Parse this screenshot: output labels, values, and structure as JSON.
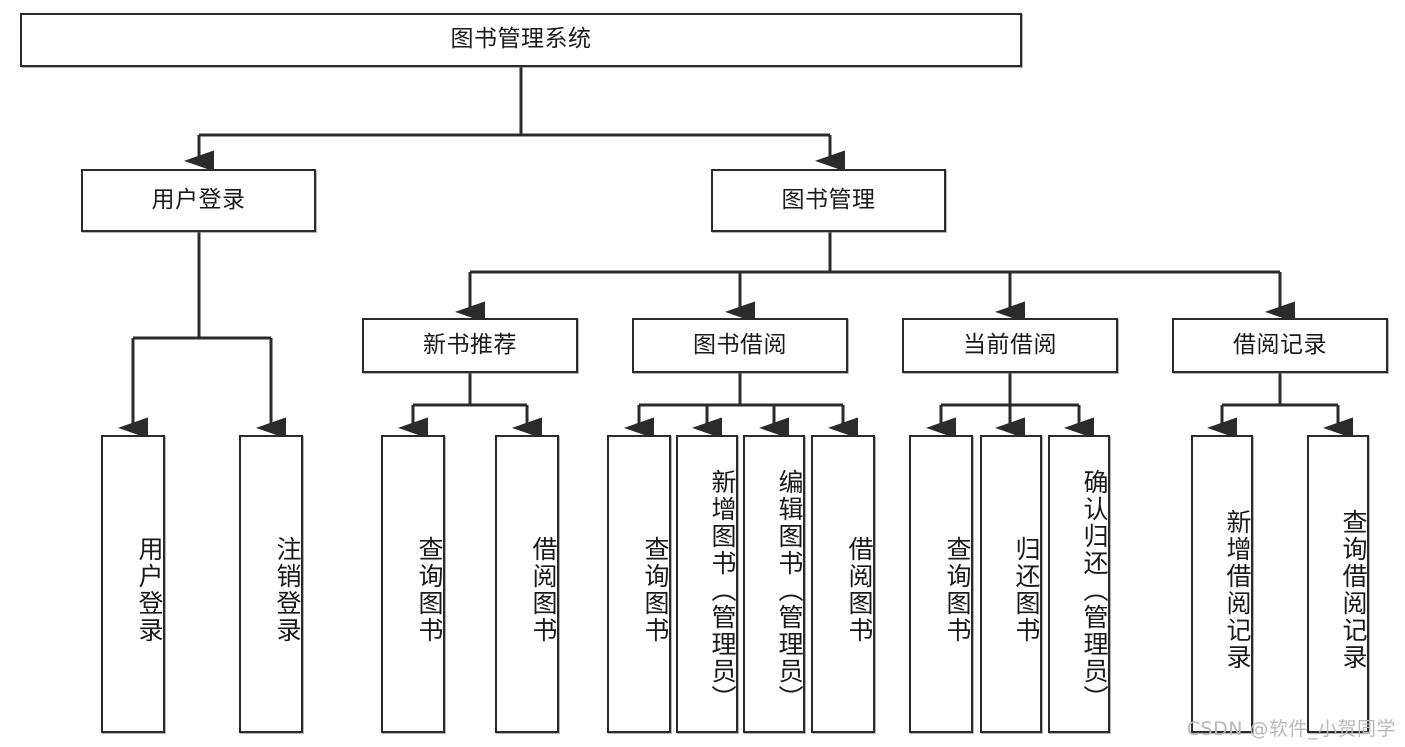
{
  "diagram": {
    "type": "tree",
    "title": "图书管理系统",
    "colors": {
      "box_border": "#2b2b2b",
      "box_fill": "#ffffff",
      "edge": "#2b2b2b",
      "text": "#1a1a1a",
      "watermark": "#b9b9b9",
      "background": "#ffffff"
    },
    "watermark": "CSDN @软件_小贺同学",
    "root": {
      "label": "图书管理系统"
    },
    "level2": [
      {
        "label": "用户登录"
      },
      {
        "label": "图书管理"
      }
    ],
    "level3": [
      {
        "label": "新书推荐"
      },
      {
        "label": "图书借阅"
      },
      {
        "label": "当前借阅"
      },
      {
        "label": "借阅记录"
      }
    ],
    "leaves": {
      "user_login": [
        {
          "label": "用户登录"
        },
        {
          "label": "注销登录"
        }
      ],
      "new_book_recommend": [
        {
          "label": "查询图书"
        },
        {
          "label": "借阅图书"
        }
      ],
      "book_borrow": [
        {
          "label": "查询图书"
        },
        {
          "label": "新增图书（管理员）"
        },
        {
          "label": "编辑图书（管理员）"
        },
        {
          "label": "借阅图书"
        }
      ],
      "current_borrow": [
        {
          "label": "查询图书"
        },
        {
          "label": "归还图书"
        },
        {
          "label": "确认归还（管理员）"
        }
      ],
      "borrow_record": [
        {
          "label": "新增借阅记录"
        },
        {
          "label": "查询借阅记录"
        }
      ]
    }
  }
}
